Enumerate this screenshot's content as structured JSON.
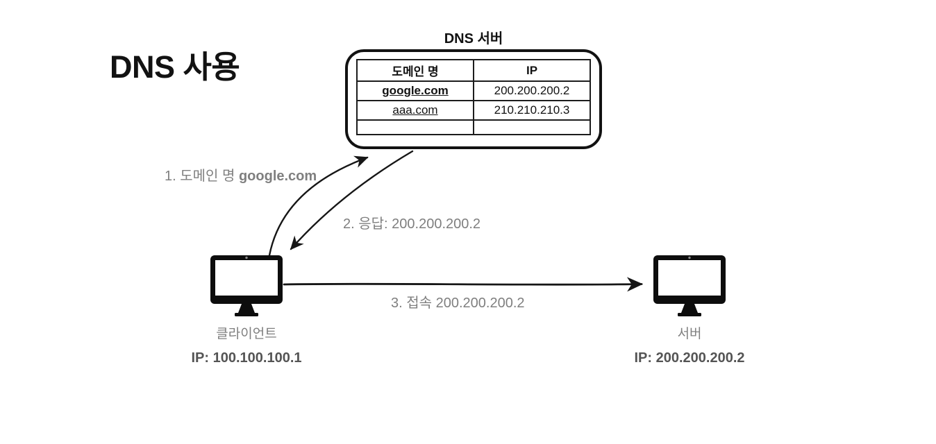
{
  "title": "DNS 사용",
  "dns_server": {
    "label": "DNS 서버",
    "table": {
      "headers": [
        "도메인 명",
        "IP"
      ],
      "rows": [
        {
          "domain": "google.com",
          "ip": "200.200.200.2"
        },
        {
          "domain": "aaa.com",
          "ip": "210.210.210.3"
        },
        {
          "domain": "",
          "ip": ""
        }
      ]
    }
  },
  "flows": [
    {
      "label_prefix": "1. 도메인 명 ",
      "label_bold": "google.com"
    },
    {
      "label": "2. 응답: 200.200.200.2"
    },
    {
      "label": "3. 접속 200.200.200.2"
    }
  ],
  "nodes": {
    "client": {
      "label": "클라이언트",
      "ip_label": "IP: 100.100.100.1"
    },
    "server": {
      "label": "서버",
      "ip_label": "IP: 200.200.200.2"
    }
  },
  "icons": {
    "client": "desktop-monitor-icon",
    "server": "desktop-monitor-icon"
  },
  "colors": {
    "ink": "#121212",
    "label_gray": "#7f7f7f",
    "ip_gray": "#545454"
  }
}
